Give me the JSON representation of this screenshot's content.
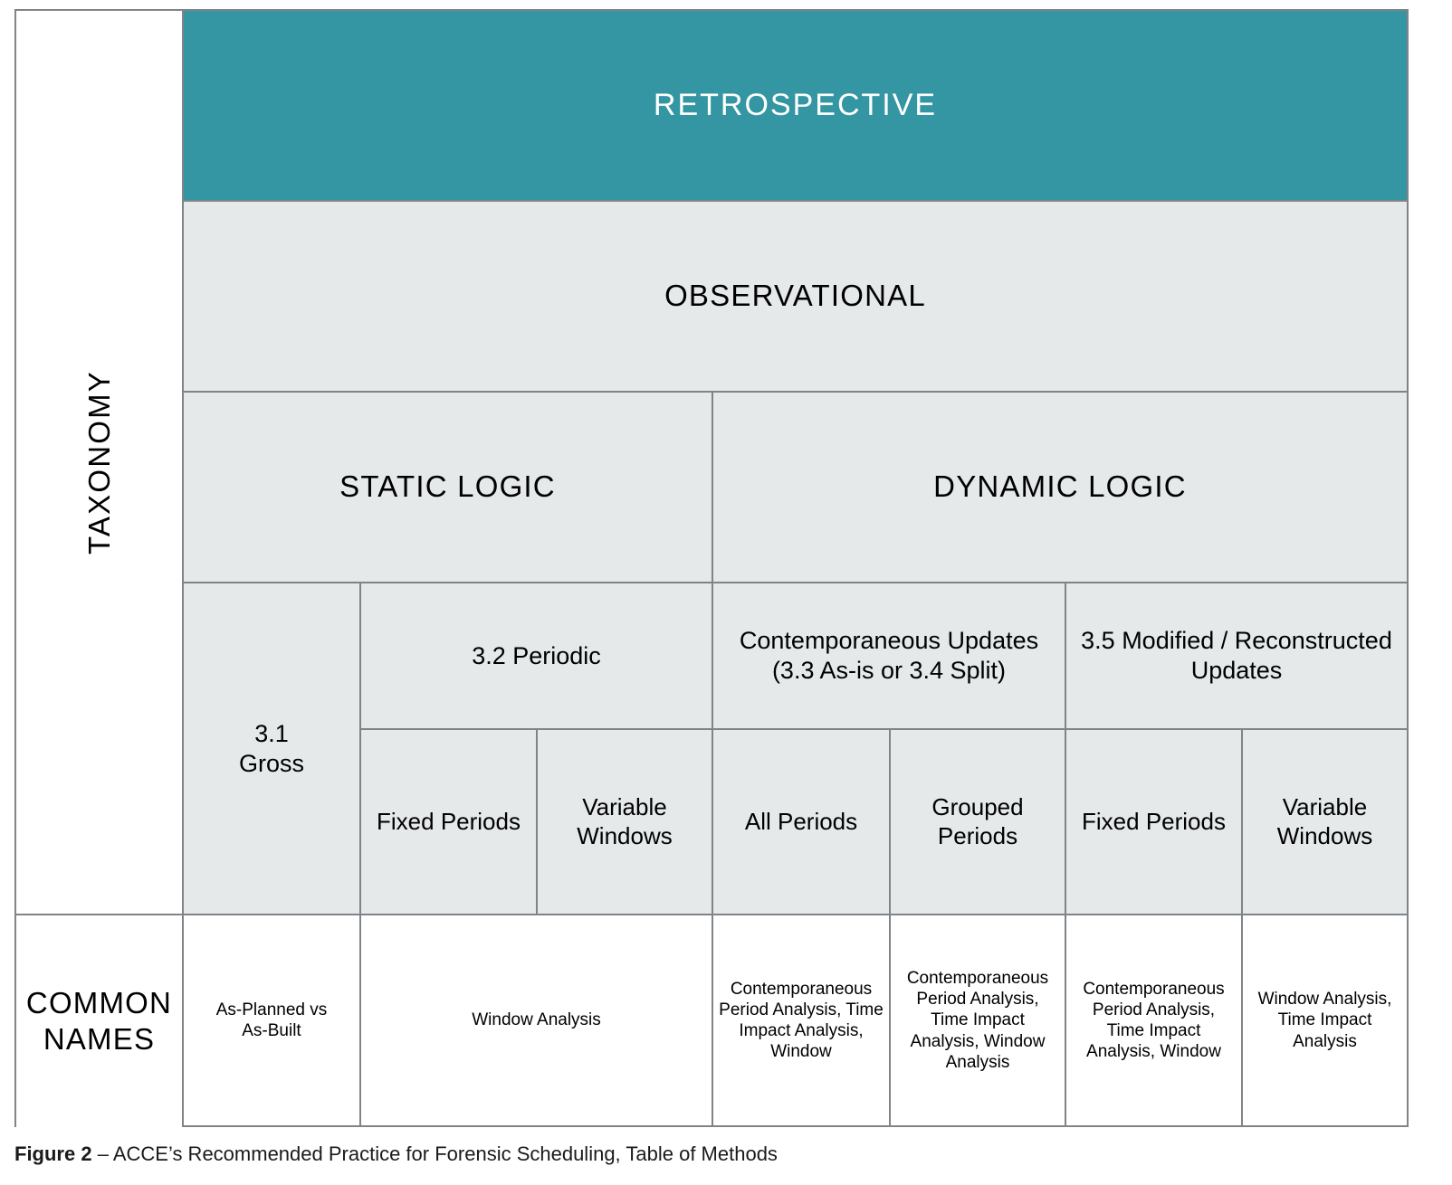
{
  "figure": {
    "caption_label": "Figure 2",
    "caption_separator": " – ",
    "caption_text": "ACCE’s Recommended Practice for Forensic Scheduling, Table of Methods"
  },
  "colors": {
    "header_teal": "#3596a3",
    "cell_gray": "#e5e9e9",
    "border_gray": "#808388",
    "cell_white": "#ffffff",
    "text_black": "#000000",
    "header_text_white": "#ffffff"
  },
  "row_labels": {
    "taxonomy": "TAXONOMY",
    "common_names": "COMMON NAMES"
  },
  "levels": {
    "level1": "RETROSPECTIVE",
    "level2": "OBSERVATIONAL",
    "level3": {
      "static": "STATIC LOGIC",
      "dynamic": "DYNAMIC LOGIC"
    },
    "level4": {
      "gross": "3.1\nGross",
      "gross_line1": "3.1",
      "gross_line2": "Gross",
      "periodic": "3.2 Periodic",
      "contemporaneous_updates_line1": "Contemporaneous Updates",
      "contemporaneous_updates_line2": "(3.3 As-is or 3.4 Split)",
      "modified_reconstructed_line1": "3.5 Modified / Reconstructed",
      "modified_reconstructed_line2": "Updates"
    },
    "level5": {
      "fixed_periods_static": "Fixed Periods",
      "variable_windows_static_line1": "Variable",
      "variable_windows_static_line2": "Windows",
      "all_periods": "All Periods",
      "grouped_periods_line1": "Grouped",
      "grouped_periods_line2": "Periods",
      "fixed_periods_dynamic": "Fixed Periods",
      "variable_windows_dynamic_line1": "Variable",
      "variable_windows_dynamic_line2": "Windows"
    }
  },
  "common_names": {
    "gross": "As-Planned vs\nAs-Built",
    "periodic_window_analysis": "Window Analysis",
    "all_periods": "Contemporaneous Period Analysis, Time Impact Analysis, Window",
    "grouped_periods": "Contemporaneous Period Analysis, Time Impact Analysis, Window Analysis",
    "fixed_periods_dynamic": "Contemporaneous Period Analysis, Time Impact Analysis, Window",
    "variable_windows_dynamic": "Window Analysis, Time Impact Analysis"
  },
  "chart_data": {
    "type": "table",
    "title": "ACCE’s Recommended Practice for Forensic Scheduling, Table of Methods",
    "row_headers": [
      "TAXONOMY",
      "COMMON NAMES"
    ],
    "hierarchy": [
      {
        "level": 1,
        "label": "RETROSPECTIVE",
        "span_columns": 6,
        "fill": "#3596a3",
        "text_color": "#ffffff"
      },
      {
        "level": 2,
        "label": "OBSERVATIONAL",
        "span_columns": 6,
        "fill": "#e5e9e9"
      },
      {
        "level": 3,
        "cells": [
          {
            "label": "STATIC LOGIC",
            "span_columns": 3
          },
          {
            "label": "DYNAMIC LOGIC",
            "span_columns": 3
          }
        ]
      },
      {
        "level": 4,
        "cells": [
          {
            "label": "3.1 Gross",
            "span_columns": 1,
            "span_rows": 2
          },
          {
            "label": "3.2 Periodic",
            "span_columns": 2
          },
          {
            "label": "Contemporaneous Updates (3.3 As-is or 3.4 Split)",
            "span_columns": 2
          },
          {
            "label": "3.5 Modified / Reconstructed Updates",
            "span_columns": 2
          }
        ]
      },
      {
        "level": 5,
        "cells": [
          {
            "label": "Fixed Periods",
            "span_columns": 1
          },
          {
            "label": "Variable Windows",
            "span_columns": 1
          },
          {
            "label": "All Periods",
            "span_columns": 1
          },
          {
            "label": "Grouped Periods",
            "span_columns": 1
          },
          {
            "label": "Fixed Periods",
            "span_columns": 1
          },
          {
            "label": "Variable Windows",
            "span_columns": 1
          }
        ]
      }
    ],
    "common_names_row": [
      {
        "label": "As-Planned vs As-Built",
        "span_columns": 1
      },
      {
        "label": "Window Analysis",
        "span_columns": 2
      },
      {
        "label": "Contemporaneous Period Analysis, Time Impact Analysis, Window",
        "span_columns": 1
      },
      {
        "label": "Contemporaneous Period Analysis, Time Impact Analysis, Window Analysis",
        "span_columns": 1
      },
      {
        "label": "Contemporaneous Period Analysis, Time Impact Analysis, Window",
        "span_columns": 1
      },
      {
        "label": "Window Analysis, Time Impact Analysis",
        "span_columns": 1
      }
    ]
  }
}
